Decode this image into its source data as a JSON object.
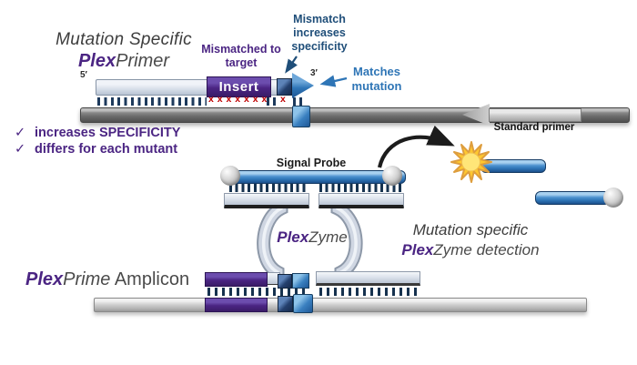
{
  "title": {
    "line1": "Mutation Specific",
    "brand": "Plex",
    "rest": "Primer"
  },
  "primer": {
    "five_prime": "5′",
    "three_prime": "3′",
    "insert_label": "Insert",
    "mismatch_label": "Mismatched to target",
    "mismatch_increases_label": "Mismatch increases specificity",
    "matches_mutation_label": "Matches mutation",
    "insert_marks": "x x x x x x x",
    "anchor_mark": "x"
  },
  "template": {
    "standard_primer_label": "Standard primer"
  },
  "benefits": [
    {
      "mark": "✓",
      "text": "increases SPECIFICITY"
    },
    {
      "mark": "✓",
      "text": "differs for each mutant"
    }
  ],
  "plexzyme": {
    "signal_probe_label": "Signal Probe",
    "brand": "Plex",
    "rest": "Zyme"
  },
  "detection": {
    "line1": "Mutation specific",
    "brand": "Plex",
    "rest": "Zyme detection"
  },
  "amplicon": {
    "brand": "Plex",
    "mid": "Prime",
    "rest": " Amplicon"
  },
  "colors": {
    "purple": "#4B2583",
    "navy_text": "#1F4E79",
    "blue_text": "#2E75B6",
    "red_mark": "#C00000",
    "probe_blue": "#2E75B6",
    "gold_burst": "#FFC82E",
    "silver": "#CFD6E2",
    "template_gray": "#6B6B6B",
    "amplicon_gray": "#C9C9C9"
  }
}
